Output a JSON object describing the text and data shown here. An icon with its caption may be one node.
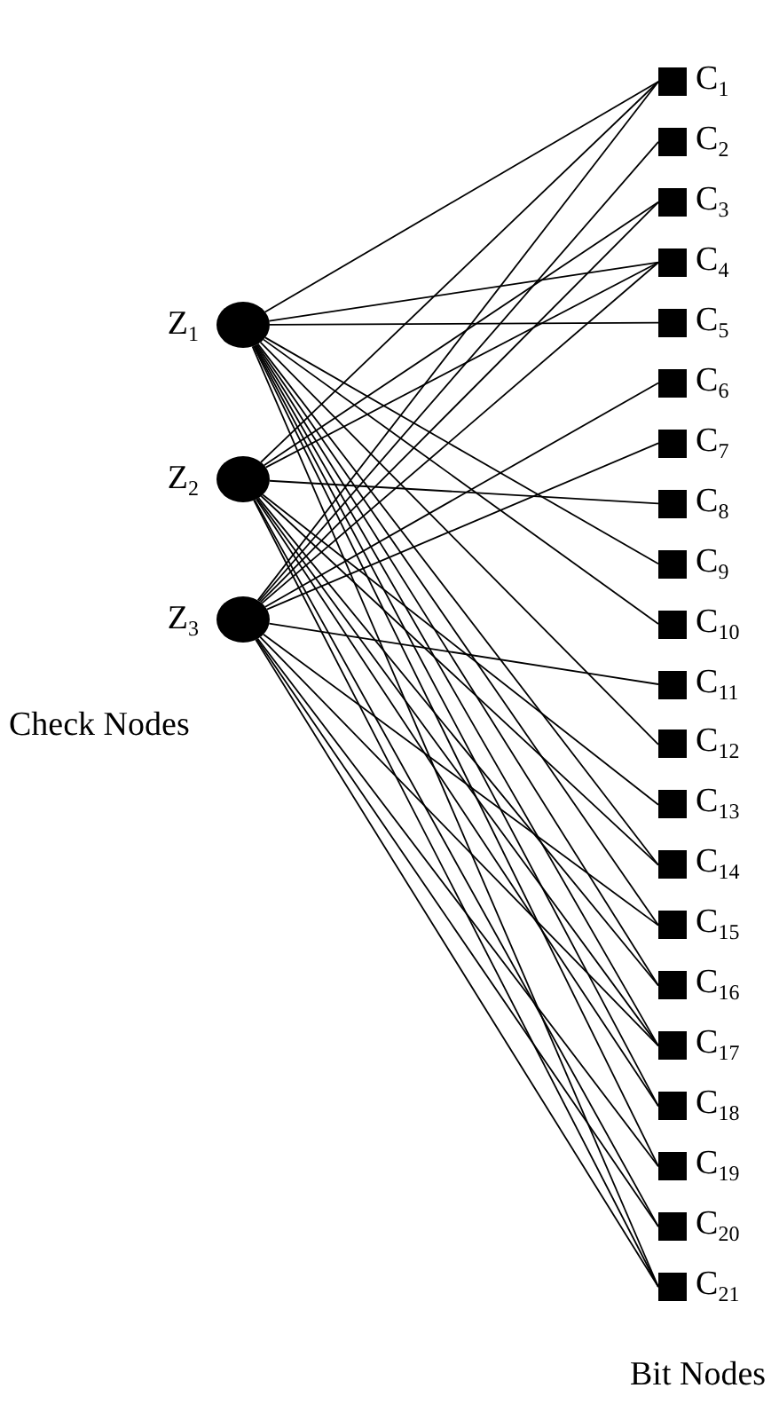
{
  "diagram": {
    "nodes": [
      {
        "text": [
          "Z$_{1}$"
        ]
      },
      {
        "text": [
          "Z$_{2}$"
        ]
      },
      {
        "text": [
          "Z$_{3}$"
        ]
      },
      {
        "text": [
          "C$_{1}$"
        ]
      },
      {
        "text": [
          "C$_{2}$"
        ]
      },
      {
        "text": [
          "C$_{3}$"
        ]
      },
      {
        "text": [
          "C$_{4}$"
        ]
      },
      {
        "text": [
          "C$_{5}$"
        ]
      },
      {
        "text": [
          "C$_{6}$"
        ]
      },
      {
        "text": [
          "C$_{7}$"
        ]
      },
      {
        "text": [
          "C$_{8}$"
        ]
      },
      {
        "text": [
          "C$_{9}$"
        ]
      },
      {
        "text": [
          "C$_{10}$"
        ]
      },
      {
        "text": [
          "C$_{11}$"
        ]
      },
      {
        "text": [
          "C$_{12}$"
        ]
      },
      {
        "text": [
          "C$_{13}$"
        ]
      },
      {
        "text": [
          "C$_{14}$"
        ]
      },
      {
        "text": [
          "C$_{15}$"
        ]
      },
      {
        "text": [
          "C$_{16}$"
        ]
      },
      {
        "text": [
          "C$_{17}$"
        ]
      },
      {
        "text": [
          "C$_{18}$"
        ]
      },
      {
        "text": [
          "C$_{19}$"
        ]
      },
      {
        "text": [
          "C$_{20}$"
        ]
      },
      {
        "text": [
          "C$_{21}$"
        ]
      }
    ],
    "edges": [
      {
        "from": 0,
        "to": 3,
        "arrow": "none"
      },
      {
        "from": 1,
        "to": 3,
        "arrow": "none"
      },
      {
        "from": 2,
        "to": 3,
        "arrow": "none"
      },
      {
        "from": 2,
        "to": 4,
        "arrow": "none"
      },
      {
        "from": 1,
        "to": 5,
        "arrow": "none"
      },
      {
        "from": 2,
        "to": 5,
        "arrow": "none"
      },
      {
        "from": 0,
        "to": 6,
        "arrow": "none"
      },
      {
        "from": 1,
        "to": 6,
        "arrow": "none"
      },
      {
        "from": 2,
        "to": 6,
        "arrow": "none"
      },
      {
        "from": 0,
        "to": 7,
        "arrow": "none"
      },
      {
        "from": 2,
        "to": 8,
        "arrow": "none"
      },
      {
        "from": 2,
        "to": 9,
        "arrow": "none"
      },
      {
        "from": 1,
        "to": 10,
        "arrow": "none"
      },
      {
        "from": 0,
        "to": 11,
        "arrow": "none"
      },
      {
        "from": 0,
        "to": 12,
        "arrow": "none"
      },
      {
        "from": 2,
        "to": 13,
        "arrow": "none"
      },
      {
        "from": 0,
        "to": 14,
        "arrow": "none"
      },
      {
        "from": 1,
        "to": 15,
        "arrow": "none"
      },
      {
        "from": 0,
        "to": 16,
        "arrow": "none"
      },
      {
        "from": 1,
        "to": 16,
        "arrow": "none"
      },
      {
        "from": 0,
        "to": 17,
        "arrow": "none"
      },
      {
        "from": 2,
        "to": 17,
        "arrow": "none"
      },
      {
        "from": 0,
        "to": 18,
        "arrow": "none"
      },
      {
        "from": 1,
        "to": 18,
        "arrow": "none"
      },
      {
        "from": 0,
        "to": 19,
        "arrow": "none"
      },
      {
        "from": 1,
        "to": 19,
        "arrow": "none"
      },
      {
        "from": 2,
        "to": 19,
        "arrow": "none"
      },
      {
        "from": 0,
        "to": 20,
        "arrow": "none"
      },
      {
        "from": 1,
        "to": 20,
        "arrow": "none"
      },
      {
        "from": 0,
        "to": 21,
        "arrow": "none"
      },
      {
        "from": 2,
        "to": 21,
        "arrow": "none"
      },
      {
        "from": 1,
        "to": 22,
        "arrow": "none"
      },
      {
        "from": 2,
        "to": 22,
        "arrow": "none"
      },
      {
        "from": 0,
        "to": 23,
        "arrow": "none"
      },
      {
        "from": 1,
        "to": 23,
        "arrow": "none"
      },
      {
        "from": 2,
        "to": 23,
        "arrow": "none"
      }
    ],
    "labels": [
      "Check Nodes",
      "Bit Nodes"
    ]
  }
}
